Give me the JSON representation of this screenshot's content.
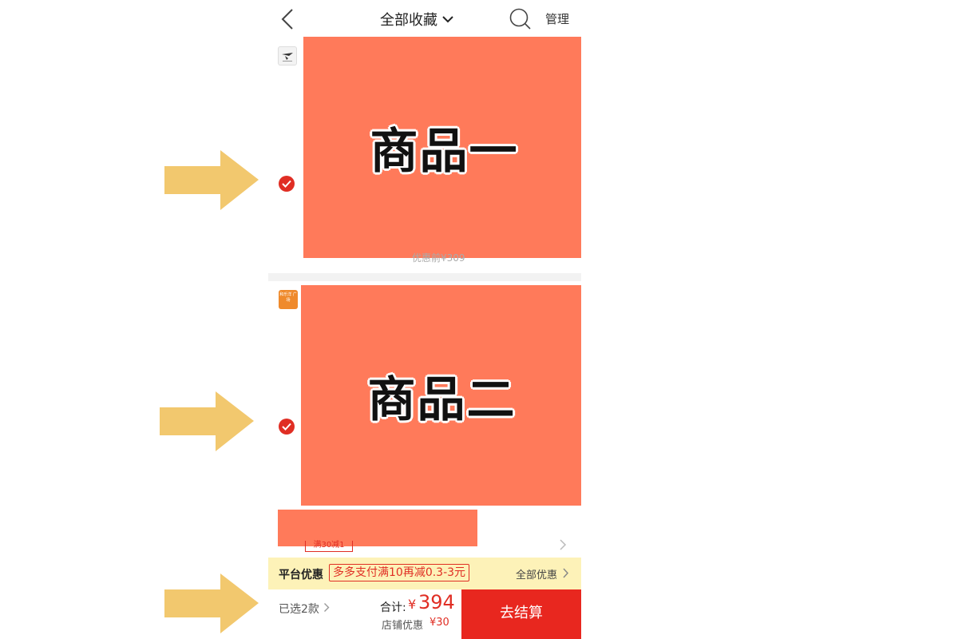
{
  "header": {
    "title": "全部收藏",
    "manage": "管理"
  },
  "products": [
    {
      "label": "商品一",
      "before_price": "优惠前¥309"
    },
    {
      "label": "商品二"
    }
  ],
  "shop2_logo_text": "和乐洋 广场",
  "promo_tag": "满30减1",
  "platform_promo": {
    "label": "平台优惠",
    "offer": "多多支付满10再减0.3-3元",
    "all": "全部优惠"
  },
  "bottom": {
    "selected": "已选2款",
    "total_label": "合计:",
    "total_yen": "¥",
    "total_amount": "394",
    "shop_discount_label": "店铺优惠",
    "shop_discount_amount": "¥30",
    "checkout": "去结算"
  },
  "colors": {
    "accent": "#e02e24",
    "product_placeholder": "#ff7a5a",
    "promo_bar_bg": "#fdf2b8",
    "arrow": "#f2c86e"
  },
  "icons": [
    "back-icon",
    "chevron-down-icon",
    "search-icon",
    "check-icon",
    "chevron-right-icon",
    "arrow-right-icon"
  ]
}
